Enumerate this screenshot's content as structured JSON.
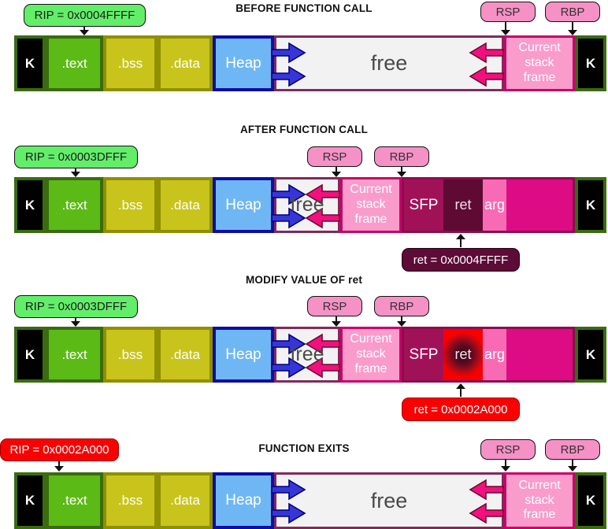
{
  "panels": [
    {
      "title": "BEFORE FUNCTION CALL",
      "rip_label": "RIP = 0x0004FFFF",
      "rsp_label": "RSP",
      "rbp_label": "RBP",
      "segments": {
        "kernel_left": "K",
        "text": ".text",
        "bss": ".bss",
        "data": ".data",
        "heap": "Heap",
        "free": "free",
        "stack_frame": "Current stack frame",
        "kernel_right": "K"
      }
    },
    {
      "title": "AFTER FUNCTION CALL",
      "rip_label": "RIP = 0x0003DFFF",
      "rsp_label": "RSP",
      "rbp_label": "RBP",
      "ret_label": "ret = 0x0004FFFF",
      "segments": {
        "kernel_left": "K",
        "text": ".text",
        "bss": ".bss",
        "data": ".data",
        "heap": "Heap",
        "free": "free",
        "stack_frame": "Current stack frame",
        "sfp": "SFP",
        "ret": "ret",
        "arg": "arg",
        "kernel_right": "K"
      }
    },
    {
      "title": "MODIFY VALUE OF ret",
      "rip_label": "RIP = 0x0003DFFF",
      "rsp_label": "RSP",
      "rbp_label": "RBP",
      "ret_label": "ret = 0x0002A000",
      "segments": {
        "kernel_left": "K",
        "text": ".text",
        "bss": ".bss",
        "data": ".data",
        "heap": "Heap",
        "free": "free",
        "stack_frame": "Current stack frame",
        "sfp": "SFP",
        "ret": "ret",
        "arg": "arg",
        "kernel_right": "K"
      }
    },
    {
      "title": "FUNCTION EXITS",
      "rip_label": "RIP = 0x0002A000",
      "rsp_label": "RSP",
      "rbp_label": "RBP",
      "segments": {
        "kernel_left": "K",
        "text": ".text",
        "bss": ".bss",
        "data": ".data",
        "heap": "Heap",
        "free": "free",
        "stack_frame": "Current stack frame",
        "kernel_right": "K"
      }
    }
  ],
  "colors": {
    "rip_green": "#63EE6A",
    "register_pink": "#F691C6",
    "alert_red": "#FB0000",
    "ret_maroon": "#5C0C36",
    "text_segment": "#5CBA16",
    "bss_data_segment": "#C9C41B",
    "heap_segment": "#6FB7F4",
    "free_segment": "#F2F2F2",
    "stack_frame_pink": "#F99CCB",
    "sfp_segment": "#A11158",
    "ret_segment": "#5E0A33",
    "arg_segment": "#F86BB4",
    "stack_rest_magenta": "#DD0C85",
    "heap_arrow_blue": "#3636D8",
    "stack_arrow_pink": "#F0107E"
  }
}
